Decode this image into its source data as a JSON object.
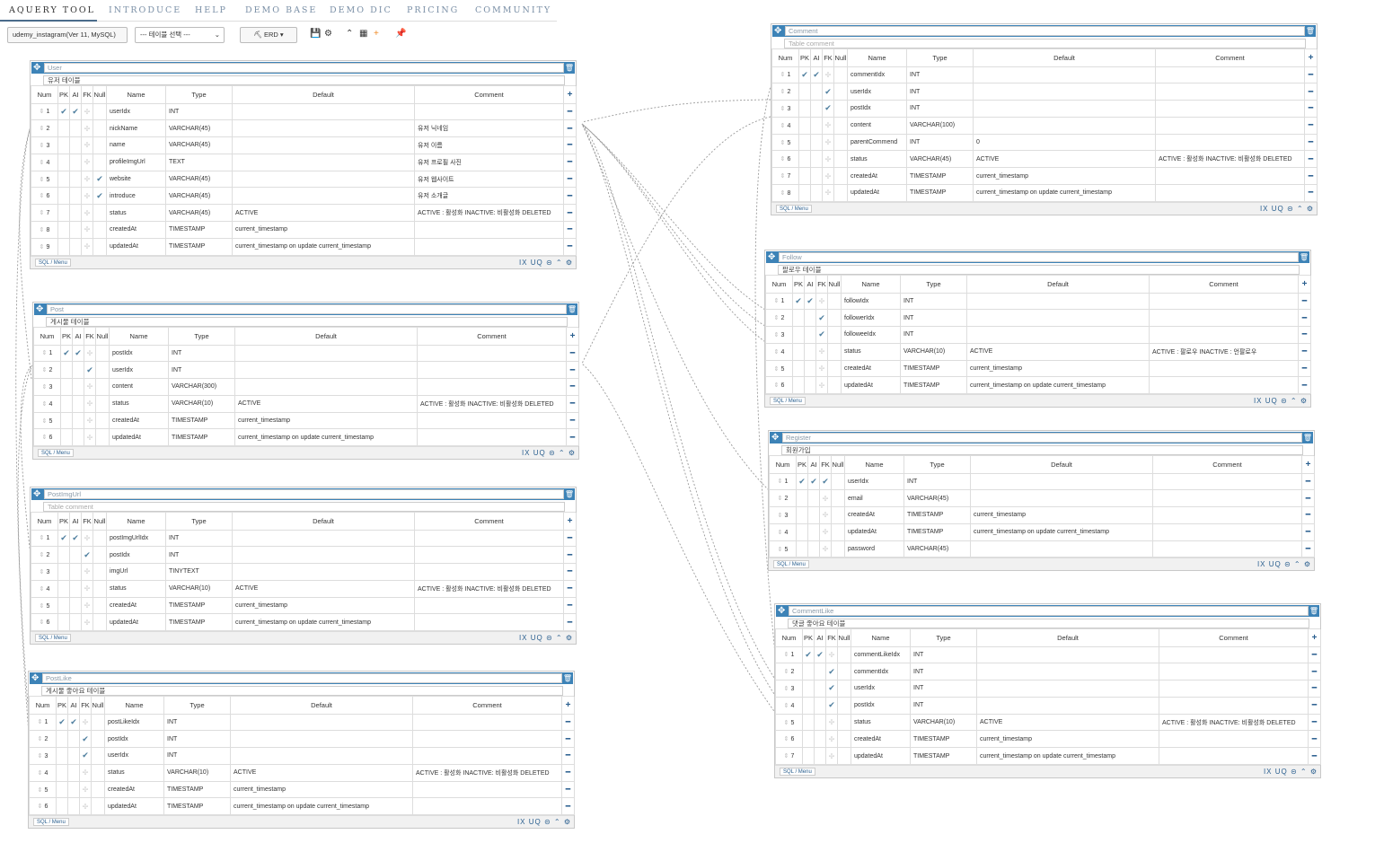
{
  "nav": {
    "tabs": [
      "AQUERY TOOL",
      "INTRODUCE",
      "HELP",
      "DEMO BASE",
      "DEMO DIC",
      "PRICING",
      "COMMUNITY"
    ]
  },
  "toolbar": {
    "db_label": "udemy_instagram(Ver 11, MySQL)",
    "table_select": "--- 테이블 선택 ---",
    "erd_label": "ERD"
  },
  "columns_header": [
    "Num",
    "PK",
    "AI",
    "FK",
    "Null",
    "Name",
    "Type",
    "Default",
    "Comment"
  ],
  "footer": {
    "sql_menu": "SQL / Menu",
    "ix_uq": "IX UQ"
  },
  "comment_placeholder": "Table comment",
  "tables": [
    {
      "name": "User",
      "comment": "유저 테이블",
      "rows": [
        {
          "num": "1",
          "pk": true,
          "ai": true,
          "fk": false,
          "null": false,
          "name": "userIdx",
          "type": "INT",
          "default": "",
          "comment": ""
        },
        {
          "num": "2",
          "pk": false,
          "ai": false,
          "fk": false,
          "null": false,
          "name": "nickName",
          "type": "VARCHAR(45)",
          "default": "",
          "comment": "유저 닉네임"
        },
        {
          "num": "3",
          "pk": false,
          "ai": false,
          "fk": false,
          "null": false,
          "name": "name",
          "type": "VARCHAR(45)",
          "default": "",
          "comment": "유저 이름"
        },
        {
          "num": "4",
          "pk": false,
          "ai": false,
          "fk": false,
          "null": false,
          "name": "profileImgUrl",
          "type": "TEXT",
          "default": "",
          "comment": "유저 프로필 사진"
        },
        {
          "num": "5",
          "pk": false,
          "ai": false,
          "fk": false,
          "null": true,
          "name": "website",
          "type": "VARCHAR(45)",
          "default": "",
          "comment": "유저 웹사이트"
        },
        {
          "num": "6",
          "pk": false,
          "ai": false,
          "fk": false,
          "null": true,
          "name": "introduce",
          "type": "VARCHAR(45)",
          "default": "",
          "comment": "유저 소개글"
        },
        {
          "num": "7",
          "pk": false,
          "ai": false,
          "fk": false,
          "null": false,
          "name": "status",
          "type": "VARCHAR(45)",
          "default": "ACTIVE",
          "comment": "ACTIVE : 활성화 INACTIVE: 비활성화 DELETED"
        },
        {
          "num": "8",
          "pk": false,
          "ai": false,
          "fk": false,
          "null": false,
          "name": "createdAt",
          "type": "TIMESTAMP",
          "default": "current_timestamp",
          "comment": ""
        },
        {
          "num": "9",
          "pk": false,
          "ai": false,
          "fk": false,
          "null": false,
          "name": "updatedAt",
          "type": "TIMESTAMP",
          "default": "current_timestamp on update current_timestamp",
          "comment": ""
        }
      ]
    },
    {
      "name": "Post",
      "comment": "게시물 테이블",
      "rows": [
        {
          "num": "1",
          "pk": true,
          "ai": true,
          "fk": false,
          "null": false,
          "name": "postIdx",
          "type": "INT",
          "default": "",
          "comment": ""
        },
        {
          "num": "2",
          "pk": false,
          "ai": false,
          "fk": true,
          "null": false,
          "name": "userIdx",
          "type": "INT",
          "default": "",
          "comment": ""
        },
        {
          "num": "3",
          "pk": false,
          "ai": false,
          "fk": false,
          "null": false,
          "name": "content",
          "type": "VARCHAR(300)",
          "default": "",
          "comment": ""
        },
        {
          "num": "4",
          "pk": false,
          "ai": false,
          "fk": false,
          "null": false,
          "name": "status",
          "type": "VARCHAR(10)",
          "default": "ACTIVE",
          "comment": "ACTIVE : 활성화 INACTIVE: 비활성화 DELETED"
        },
        {
          "num": "5",
          "pk": false,
          "ai": false,
          "fk": false,
          "null": false,
          "name": "createdAt",
          "type": "TIMESTAMP",
          "default": "current_timestamp",
          "comment": ""
        },
        {
          "num": "6",
          "pk": false,
          "ai": false,
          "fk": false,
          "null": false,
          "name": "updatedAt",
          "type": "TIMESTAMP",
          "default": "current_timestamp on update current_timestamp",
          "comment": ""
        }
      ]
    },
    {
      "name": "PostImgUrl",
      "comment": "",
      "rows": [
        {
          "num": "1",
          "pk": true,
          "ai": true,
          "fk": false,
          "null": false,
          "name": "postImgUrlIdx",
          "type": "INT",
          "default": "",
          "comment": ""
        },
        {
          "num": "2",
          "pk": false,
          "ai": false,
          "fk": true,
          "null": false,
          "name": "postIdx",
          "type": "INT",
          "default": "",
          "comment": ""
        },
        {
          "num": "3",
          "pk": false,
          "ai": false,
          "fk": false,
          "null": false,
          "name": "imgUrl",
          "type": "TINYTEXT",
          "default": "",
          "comment": ""
        },
        {
          "num": "4",
          "pk": false,
          "ai": false,
          "fk": false,
          "null": false,
          "name": "status",
          "type": "VARCHAR(10)",
          "default": "ACTIVE",
          "comment": "ACTIVE : 활성화 INACTIVE: 비활성화 DELETED"
        },
        {
          "num": "5",
          "pk": false,
          "ai": false,
          "fk": false,
          "null": false,
          "name": "createdAt",
          "type": "TIMESTAMP",
          "default": "current_timestamp",
          "comment": ""
        },
        {
          "num": "6",
          "pk": false,
          "ai": false,
          "fk": false,
          "null": false,
          "name": "updatedAt",
          "type": "TIMESTAMP",
          "default": "current_timestamp on update current_timestamp",
          "comment": ""
        }
      ]
    },
    {
      "name": "PostLike",
      "comment": "게시물 좋아요 테이블",
      "rows": [
        {
          "num": "1",
          "pk": true,
          "ai": true,
          "fk": false,
          "null": false,
          "name": "postLikeIdx",
          "type": "INT",
          "default": "",
          "comment": ""
        },
        {
          "num": "2",
          "pk": false,
          "ai": false,
          "fk": true,
          "null": false,
          "name": "postIdx",
          "type": "INT",
          "default": "",
          "comment": ""
        },
        {
          "num": "3",
          "pk": false,
          "ai": false,
          "fk": true,
          "null": false,
          "name": "userIdx",
          "type": "INT",
          "default": "",
          "comment": ""
        },
        {
          "num": "4",
          "pk": false,
          "ai": false,
          "fk": false,
          "null": false,
          "name": "status",
          "type": "VARCHAR(10)",
          "default": "ACTIVE",
          "comment": "ACTIVE : 활성화 INACTIVE: 비활성화 DELETED"
        },
        {
          "num": "5",
          "pk": false,
          "ai": false,
          "fk": false,
          "null": false,
          "name": "createdAt",
          "type": "TIMESTAMP",
          "default": "current_timestamp",
          "comment": ""
        },
        {
          "num": "6",
          "pk": false,
          "ai": false,
          "fk": false,
          "null": false,
          "name": "updatedAt",
          "type": "TIMESTAMP",
          "default": "current_timestamp on update current_timestamp",
          "comment": ""
        }
      ]
    },
    {
      "name": "Comment",
      "comment": "",
      "rows": [
        {
          "num": "1",
          "pk": true,
          "ai": true,
          "fk": false,
          "null": false,
          "name": "commentIdx",
          "type": "INT",
          "default": "",
          "comment": ""
        },
        {
          "num": "2",
          "pk": false,
          "ai": false,
          "fk": true,
          "null": false,
          "name": "userIdx",
          "type": "INT",
          "default": "",
          "comment": ""
        },
        {
          "num": "3",
          "pk": false,
          "ai": false,
          "fk": true,
          "null": false,
          "name": "postIdx",
          "type": "INT",
          "default": "",
          "comment": ""
        },
        {
          "num": "4",
          "pk": false,
          "ai": false,
          "fk": false,
          "null": false,
          "name": "content",
          "type": "VARCHAR(100)",
          "default": "",
          "comment": ""
        },
        {
          "num": "5",
          "pk": false,
          "ai": false,
          "fk": false,
          "null": false,
          "name": "parentCommend",
          "type": "INT",
          "default": "0",
          "comment": ""
        },
        {
          "num": "6",
          "pk": false,
          "ai": false,
          "fk": false,
          "null": false,
          "name": "status",
          "type": "VARCHAR(45)",
          "default": "ACTIVE",
          "comment": "ACTIVE : 활성화 INACTIVE: 비활성화 DELETED"
        },
        {
          "num": "7",
          "pk": false,
          "ai": false,
          "fk": false,
          "null": false,
          "name": "createdAt",
          "type": "TIMESTAMP",
          "default": "current_timestamp",
          "comment": ""
        },
        {
          "num": "8",
          "pk": false,
          "ai": false,
          "fk": false,
          "null": false,
          "name": "updatedAt",
          "type": "TIMESTAMP",
          "default": "current_timestamp on update current_timestamp",
          "comment": ""
        }
      ]
    },
    {
      "name": "Follow",
      "comment": "팔로우 테이블",
      "rows": [
        {
          "num": "1",
          "pk": true,
          "ai": true,
          "fk": false,
          "null": false,
          "name": "followIdx",
          "type": "INT",
          "default": "",
          "comment": ""
        },
        {
          "num": "2",
          "pk": false,
          "ai": false,
          "fk": true,
          "null": false,
          "name": "followerIdx",
          "type": "INT",
          "default": "",
          "comment": ""
        },
        {
          "num": "3",
          "pk": false,
          "ai": false,
          "fk": true,
          "null": false,
          "name": "followeeIdx",
          "type": "INT",
          "default": "",
          "comment": ""
        },
        {
          "num": "4",
          "pk": false,
          "ai": false,
          "fk": false,
          "null": false,
          "name": "status",
          "type": "VARCHAR(10)",
          "default": "ACTIVE",
          "comment": "ACTIVE : 팔로우 INACTIVE : 언팔로우"
        },
        {
          "num": "5",
          "pk": false,
          "ai": false,
          "fk": false,
          "null": false,
          "name": "createdAt",
          "type": "TIMESTAMP",
          "default": "current_timestamp",
          "comment": ""
        },
        {
          "num": "6",
          "pk": false,
          "ai": false,
          "fk": false,
          "null": false,
          "name": "updatedAt",
          "type": "TIMESTAMP",
          "default": "current_timestamp on update current_timestamp",
          "comment": ""
        }
      ]
    },
    {
      "name": "Register",
      "comment": "회원가입",
      "rows": [
        {
          "num": "1",
          "pk": true,
          "ai": true,
          "fk": true,
          "null": false,
          "name": "userIdx",
          "type": "INT",
          "default": "",
          "comment": ""
        },
        {
          "num": "2",
          "pk": false,
          "ai": false,
          "fk": false,
          "null": false,
          "name": "email",
          "type": "VARCHAR(45)",
          "default": "",
          "comment": ""
        },
        {
          "num": "3",
          "pk": false,
          "ai": false,
          "fk": false,
          "null": false,
          "name": "createdAt",
          "type": "TIMESTAMP",
          "default": "current_timestamp",
          "comment": ""
        },
        {
          "num": "4",
          "pk": false,
          "ai": false,
          "fk": false,
          "null": false,
          "name": "updatedAt",
          "type": "TIMESTAMP",
          "default": "current_timestamp on update current_timestamp",
          "comment": ""
        },
        {
          "num": "5",
          "pk": false,
          "ai": false,
          "fk": false,
          "null": false,
          "name": "password",
          "type": "VARCHAR(45)",
          "default": "",
          "comment": ""
        }
      ]
    },
    {
      "name": "CommentLike",
      "comment": "댓글 좋아요 테이블",
      "rows": [
        {
          "num": "1",
          "pk": true,
          "ai": true,
          "fk": false,
          "null": false,
          "name": "commentLikeIdx",
          "type": "INT",
          "default": "",
          "comment": ""
        },
        {
          "num": "2",
          "pk": false,
          "ai": false,
          "fk": true,
          "null": false,
          "name": "commentIdx",
          "type": "INT",
          "default": "",
          "comment": ""
        },
        {
          "num": "3",
          "pk": false,
          "ai": false,
          "fk": true,
          "null": false,
          "name": "userIdx",
          "type": "INT",
          "default": "",
          "comment": ""
        },
        {
          "num": "4",
          "pk": false,
          "ai": false,
          "fk": true,
          "null": false,
          "name": "postIdx",
          "type": "INT",
          "default": "",
          "comment": ""
        },
        {
          "num": "5",
          "pk": false,
          "ai": false,
          "fk": false,
          "null": false,
          "name": "status",
          "type": "VARCHAR(10)",
          "default": "ACTIVE",
          "comment": "ACTIVE : 활성화 INACTIVE: 비활성화 DELETED"
        },
        {
          "num": "6",
          "pk": false,
          "ai": false,
          "fk": false,
          "null": false,
          "name": "createdAt",
          "type": "TIMESTAMP",
          "default": "current_timestamp",
          "comment": ""
        },
        {
          "num": "7",
          "pk": false,
          "ai": false,
          "fk": false,
          "null": false,
          "name": "updatedAt",
          "type": "TIMESTAMP",
          "default": "current_timestamp on update current_timestamp",
          "comment": ""
        }
      ]
    }
  ]
}
